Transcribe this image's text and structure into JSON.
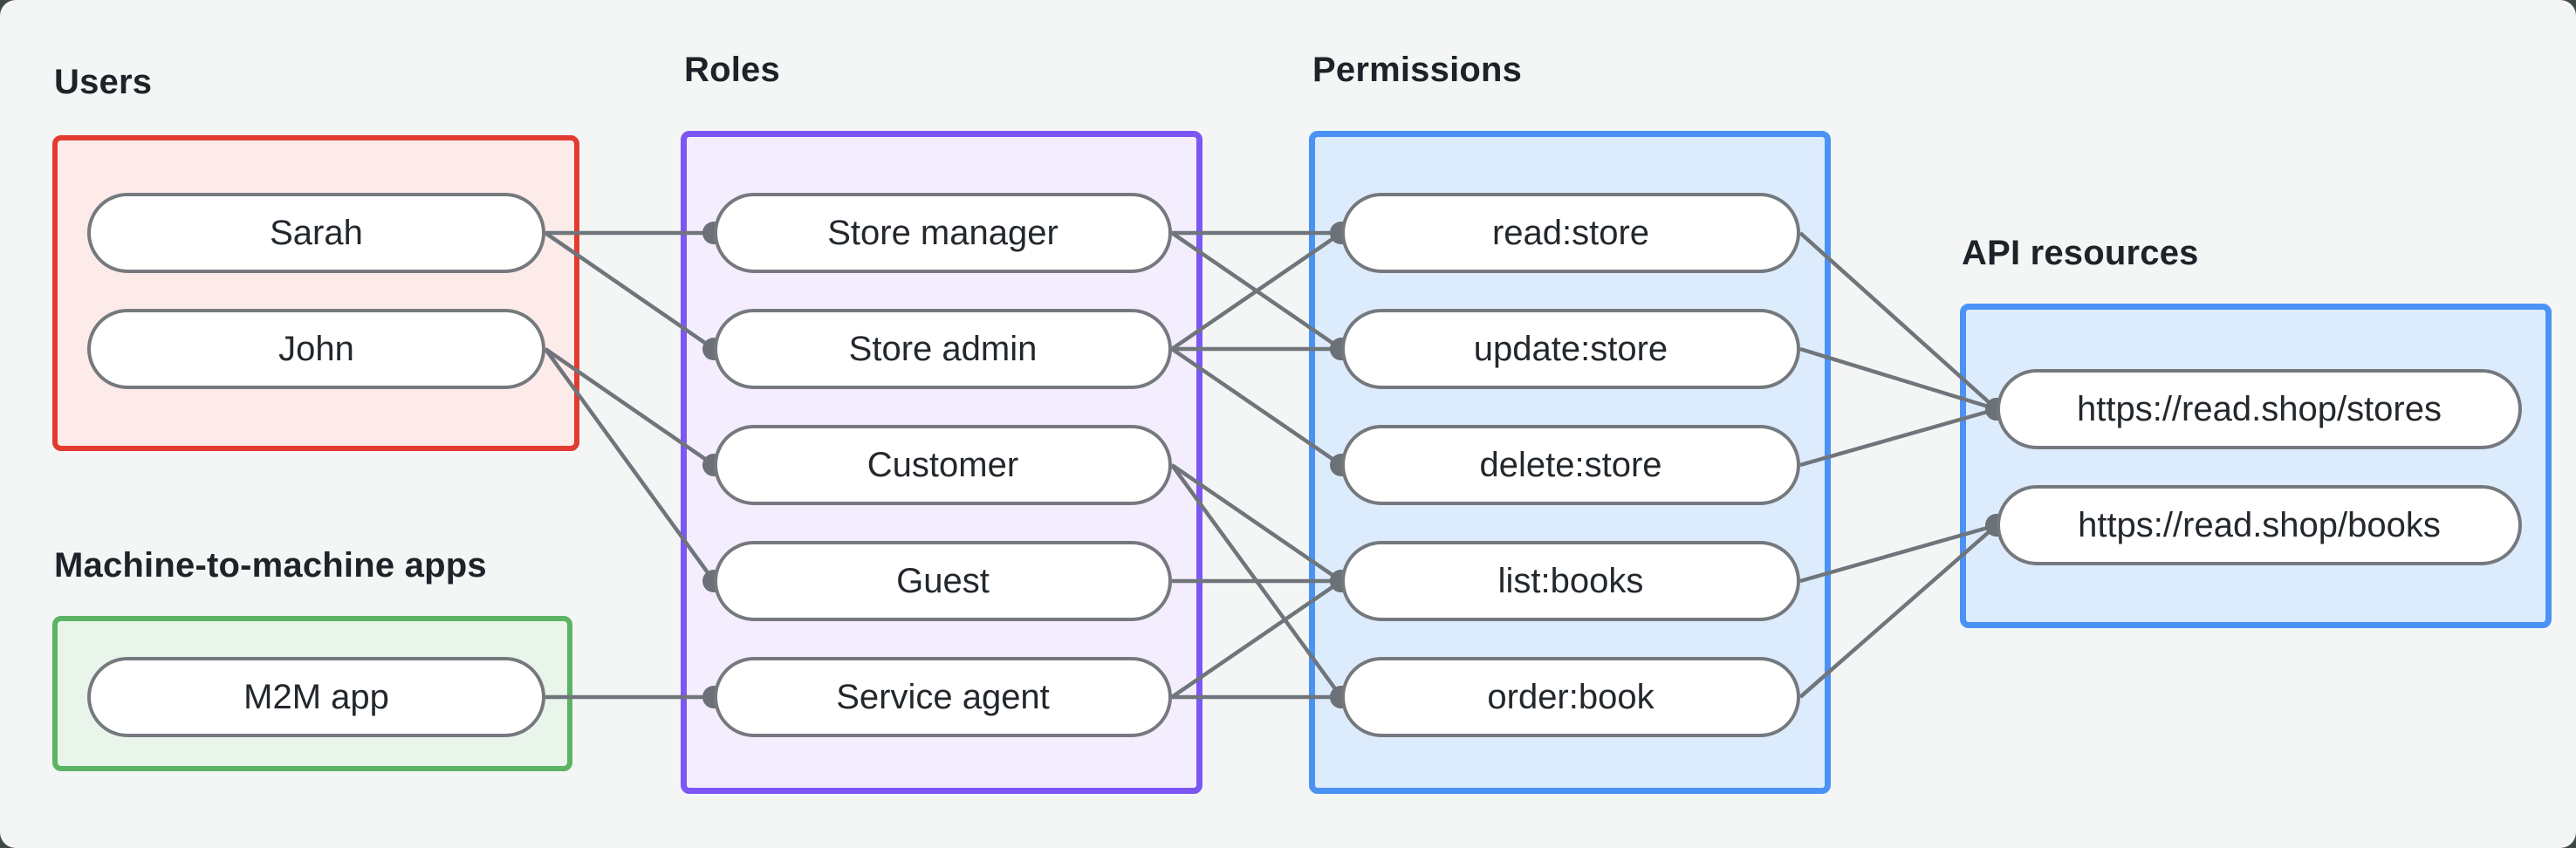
{
  "canvas": {
    "outside_background": "#3c4a41",
    "panel_background": "#f4f6f5"
  },
  "styles": {
    "node_fill": "#ffffff",
    "node_border": "#75797e",
    "edge_color": "#6f757a",
    "dot_color": "#6b7176",
    "label_color": "#1d2329",
    "node_text_color": "#23282d"
  },
  "sections": {
    "users": {
      "label": "Users",
      "box_border": "#e23b30",
      "box_fill": "#fcebe9",
      "items": [
        {
          "id": "sarah",
          "label": "Sarah"
        },
        {
          "id": "john",
          "label": "John"
        }
      ]
    },
    "m2m": {
      "label": "Machine-to-machine apps",
      "box_border": "#5bb363",
      "box_fill": "#e9f5ea",
      "items": [
        {
          "id": "m2m-app",
          "label": "M2M app"
        }
      ]
    },
    "roles": {
      "label": "Roles",
      "box_border": "#7c57f4",
      "box_fill": "#f3edfd",
      "items": [
        {
          "id": "store-manager",
          "label": "Store manager"
        },
        {
          "id": "store-admin",
          "label": "Store admin"
        },
        {
          "id": "customer",
          "label": "Customer"
        },
        {
          "id": "guest",
          "label": "Guest"
        },
        {
          "id": "service-agent",
          "label": "Service agent"
        }
      ]
    },
    "permissions": {
      "label": "Permissions",
      "box_border": "#4b92f5",
      "box_fill": "#ddecfd",
      "items": [
        {
          "id": "read-store",
          "label": "read:store"
        },
        {
          "id": "update-store",
          "label": "update:store"
        },
        {
          "id": "delete-store",
          "label": "delete:store"
        },
        {
          "id": "list-books",
          "label": "list:books"
        },
        {
          "id": "order-book",
          "label": "order:book"
        }
      ]
    },
    "api": {
      "label": "API resources",
      "box_border": "#4b92f5",
      "box_fill": "#ddecfd",
      "items": [
        {
          "id": "stores-api",
          "label": "https://read.shop/stores"
        },
        {
          "id": "books-api",
          "label": "https://read.shop/books"
        }
      ]
    }
  },
  "edges": [
    [
      "sarah",
      "store-manager"
    ],
    [
      "sarah",
      "store-admin"
    ],
    [
      "john",
      "customer"
    ],
    [
      "john",
      "guest"
    ],
    [
      "m2m-app",
      "service-agent"
    ],
    [
      "store-manager",
      "read-store"
    ],
    [
      "store-manager",
      "update-store"
    ],
    [
      "store-admin",
      "read-store"
    ],
    [
      "store-admin",
      "update-store"
    ],
    [
      "store-admin",
      "delete-store"
    ],
    [
      "customer",
      "list-books"
    ],
    [
      "customer",
      "order-book"
    ],
    [
      "guest",
      "list-books"
    ],
    [
      "service-agent",
      "list-books"
    ],
    [
      "service-agent",
      "order-book"
    ],
    [
      "read-store",
      "stores-api"
    ],
    [
      "update-store",
      "stores-api"
    ],
    [
      "delete-store",
      "stores-api"
    ],
    [
      "list-books",
      "books-api"
    ],
    [
      "order-book",
      "books-api"
    ]
  ]
}
